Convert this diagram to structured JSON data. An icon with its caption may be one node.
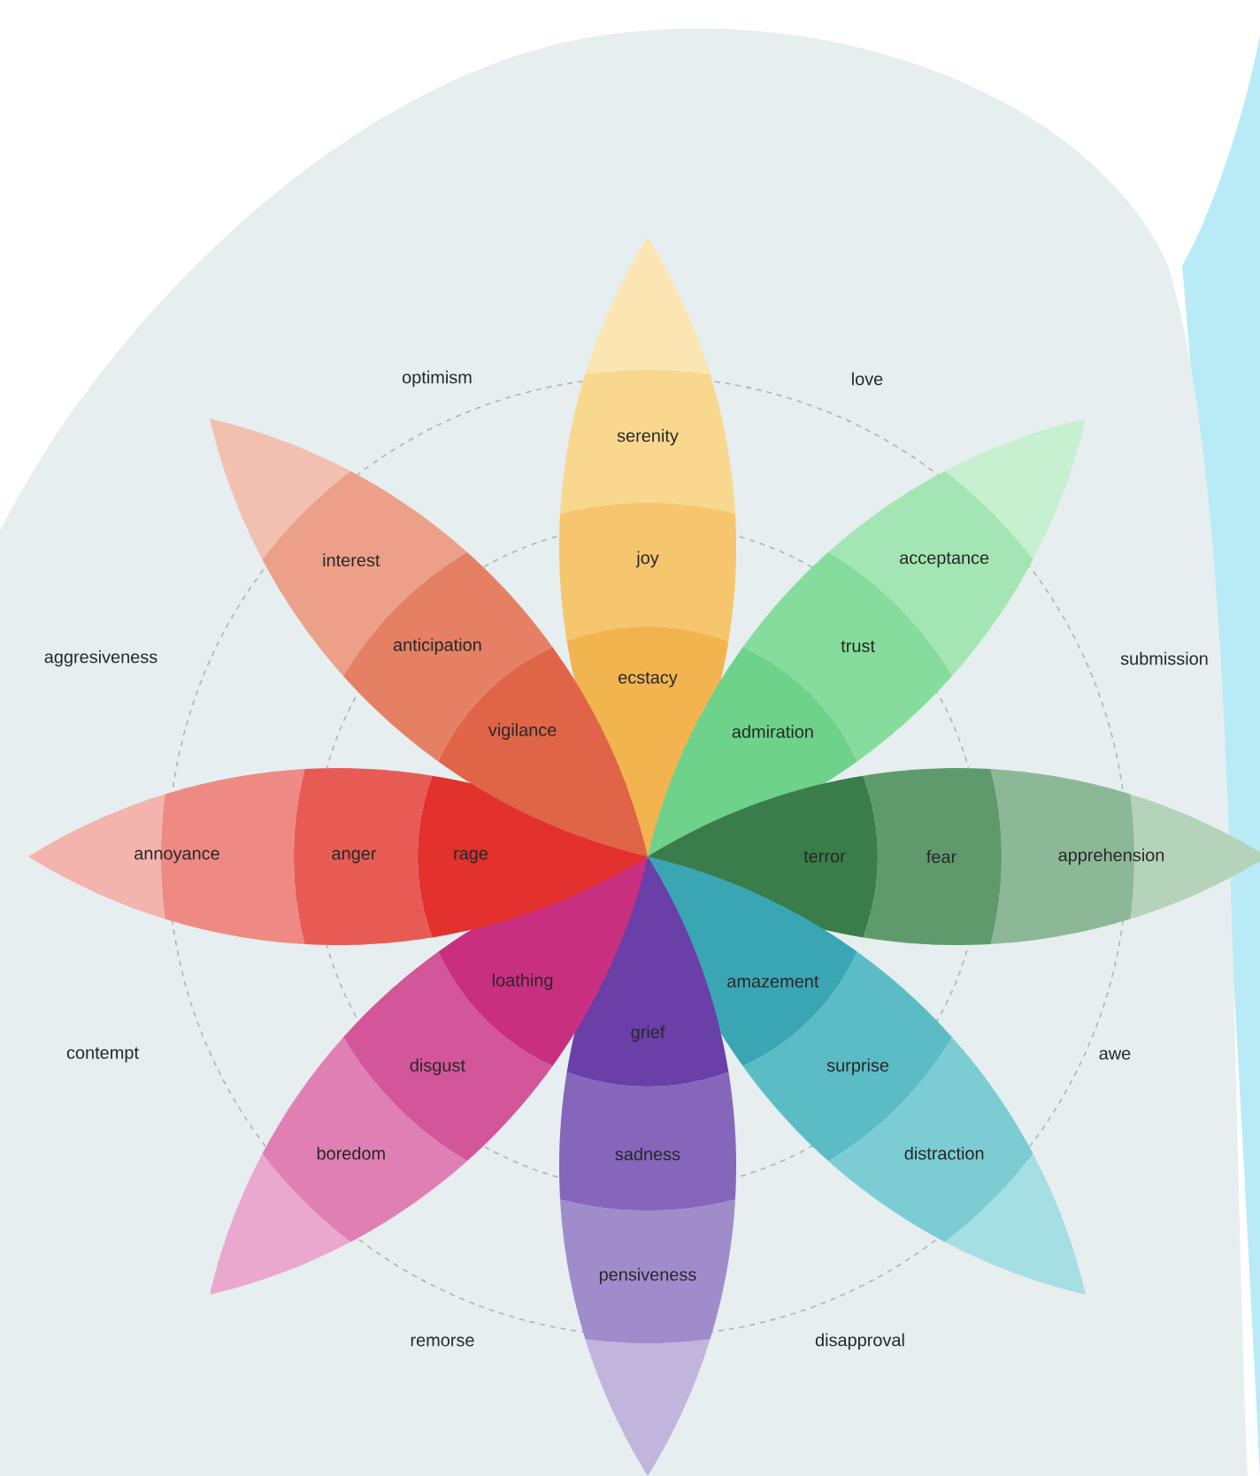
{
  "diagram": {
    "nodes": [
      {
        "text": [
          "serenity"
        ]
      },
      {
        "text": [
          "joy"
        ]
      },
      {
        "text": [
          "ecstacy"
        ]
      },
      {
        "text": [
          "acceptance"
        ]
      },
      {
        "text": [
          "trust"
        ]
      },
      {
        "text": [
          "admiration"
        ]
      },
      {
        "text": [
          "terror"
        ]
      },
      {
        "text": [
          "fear"
        ]
      },
      {
        "text": [
          "apprehension"
        ]
      },
      {
        "text": [
          "amazement"
        ]
      },
      {
        "text": [
          "surprise"
        ]
      },
      {
        "text": [
          "distraction"
        ]
      },
      {
        "text": [
          "grief"
        ]
      },
      {
        "text": [
          "sadness"
        ]
      },
      {
        "text": [
          "pensiveness"
        ]
      },
      {
        "text": [
          "loathing"
        ]
      },
      {
        "text": [
          "disgust"
        ]
      },
      {
        "text": [
          "boredom"
        ]
      },
      {
        "text": [
          "annoyance"
        ]
      },
      {
        "text": [
          "anger"
        ]
      },
      {
        "text": [
          "rage"
        ]
      },
      {
        "text": [
          "interest"
        ]
      },
      {
        "text": [
          "anticipation"
        ]
      },
      {
        "text": [
          "vigilance"
        ]
      },
      {
        "text": [],
        "shape": "petal"
      },
      {
        "text": [],
        "shape": "petal"
      },
      {
        "text": [],
        "shape": "petal"
      },
      {
        "text": [],
        "shape": "petal"
      },
      {
        "text": [],
        "shape": "petal"
      },
      {
        "text": [],
        "shape": "petal"
      },
      {
        "text": [],
        "shape": "petal"
      },
      {
        "text": [],
        "shape": "petal"
      }
    ],
    "labels": [
      "optimism",
      "love",
      "aggresiveness",
      "submission",
      "contempt",
      "awe",
      "remorse",
      "disapproval"
    ]
  }
}
